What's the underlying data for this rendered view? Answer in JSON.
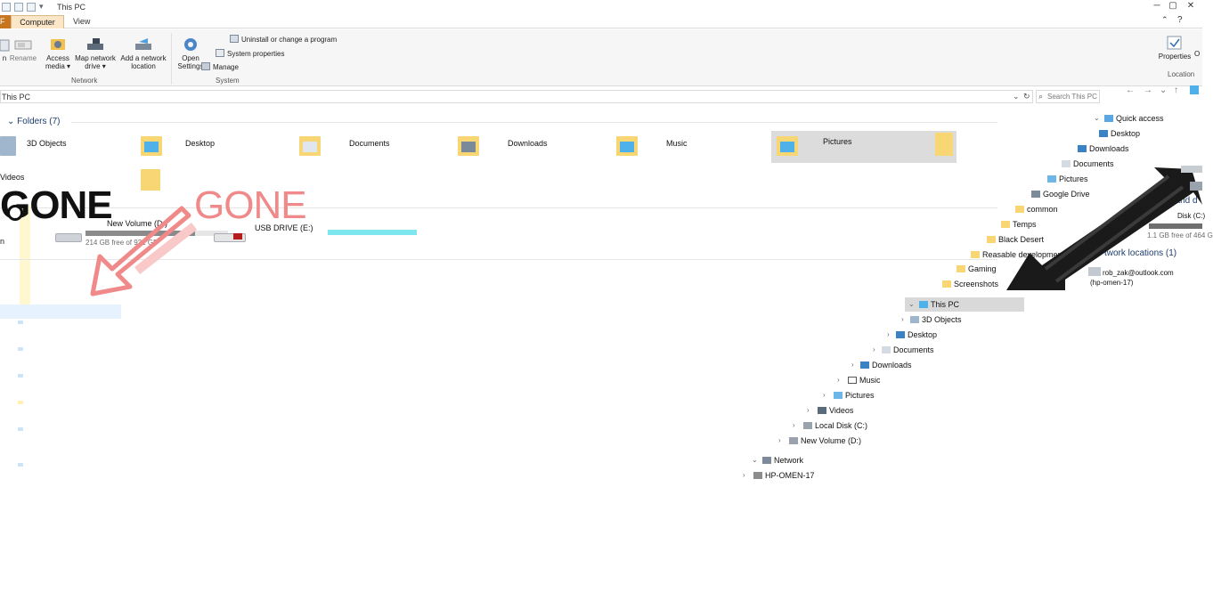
{
  "window": {
    "title": "This PC",
    "controls": [
      "─",
      "▢",
      "✕"
    ]
  },
  "tabs": {
    "file": "F",
    "computer": "Computer",
    "view": "View"
  },
  "ribbon": {
    "rename_prev": "n",
    "rename": "Rename",
    "access_media": "Access media ▾",
    "map_drive": "Map network drive ▾",
    "add_location": "Add a network location",
    "open_settings": "Open Settings",
    "uninstall": "Uninstall or change a program",
    "system_properties": "System properties",
    "manage": "Manage",
    "group_network": "Network",
    "group_system": "System",
    "properties": "Properties",
    "open_prev": "O",
    "group_location": "Location"
  },
  "address": {
    "path": "This PC",
    "search_placeholder": "Search This PC"
  },
  "folders_section": {
    "header": "Folders (7)",
    "items": [
      "3D Objects",
      "Desktop",
      "Documents",
      "Downloads",
      "Music",
      "Pictures",
      "Videos"
    ]
  },
  "drives": {
    "new_volume": {
      "name": "New Volume (D:)",
      "free": "214 GB free of 931 GB",
      "used_fraction": 0.77
    },
    "usb_drive": {
      "name": "USB DRIVE (E:)",
      "free": "",
      "used_fraction": 0.2
    },
    "partial_label": "n"
  },
  "annotations": {
    "gone_big": "GONE",
    "gone_red": "GONE"
  },
  "right_panel": {
    "devices_header": "Devices and d",
    "local_disk": "Disk (C:)",
    "local_disk_free": "1.1 GB free of 464 G",
    "network_header": "twork locations (1)",
    "net_account": "rob_zak@outlook.com",
    "net_host": "(hp-omen-17)"
  },
  "tree": {
    "quick_access": "Quick access",
    "desktop": "Desktop",
    "downloads": "Downloads",
    "documents": "Documents",
    "pictures": "Pictures",
    "google_drive": "Google Drive",
    "common": "common",
    "temps": "Temps",
    "black_desert": "Black Desert",
    "reasable": "Reasable development",
    "gaming": "Gaming",
    "screenshots": "Screenshots",
    "this_pc": "This PC",
    "objects3d": "3D Objects",
    "desktop2": "Desktop",
    "documents2": "Documents",
    "downloads2": "Downloads",
    "music": "Music",
    "pictures2": "Pictures",
    "videos": "Videos",
    "local_disk_c": "Local Disk (C:)",
    "new_volume_d": "New Volume (D:)",
    "network": "Network",
    "hp_omen": "HP-OMEN-17"
  },
  "colors": {
    "arrow_red": "#f08a8a",
    "arrow_black": "#1a1a1a",
    "folder_yellow": "#f7d673",
    "accent_blue": "#26a0da",
    "file_tab": "#c7761f"
  }
}
